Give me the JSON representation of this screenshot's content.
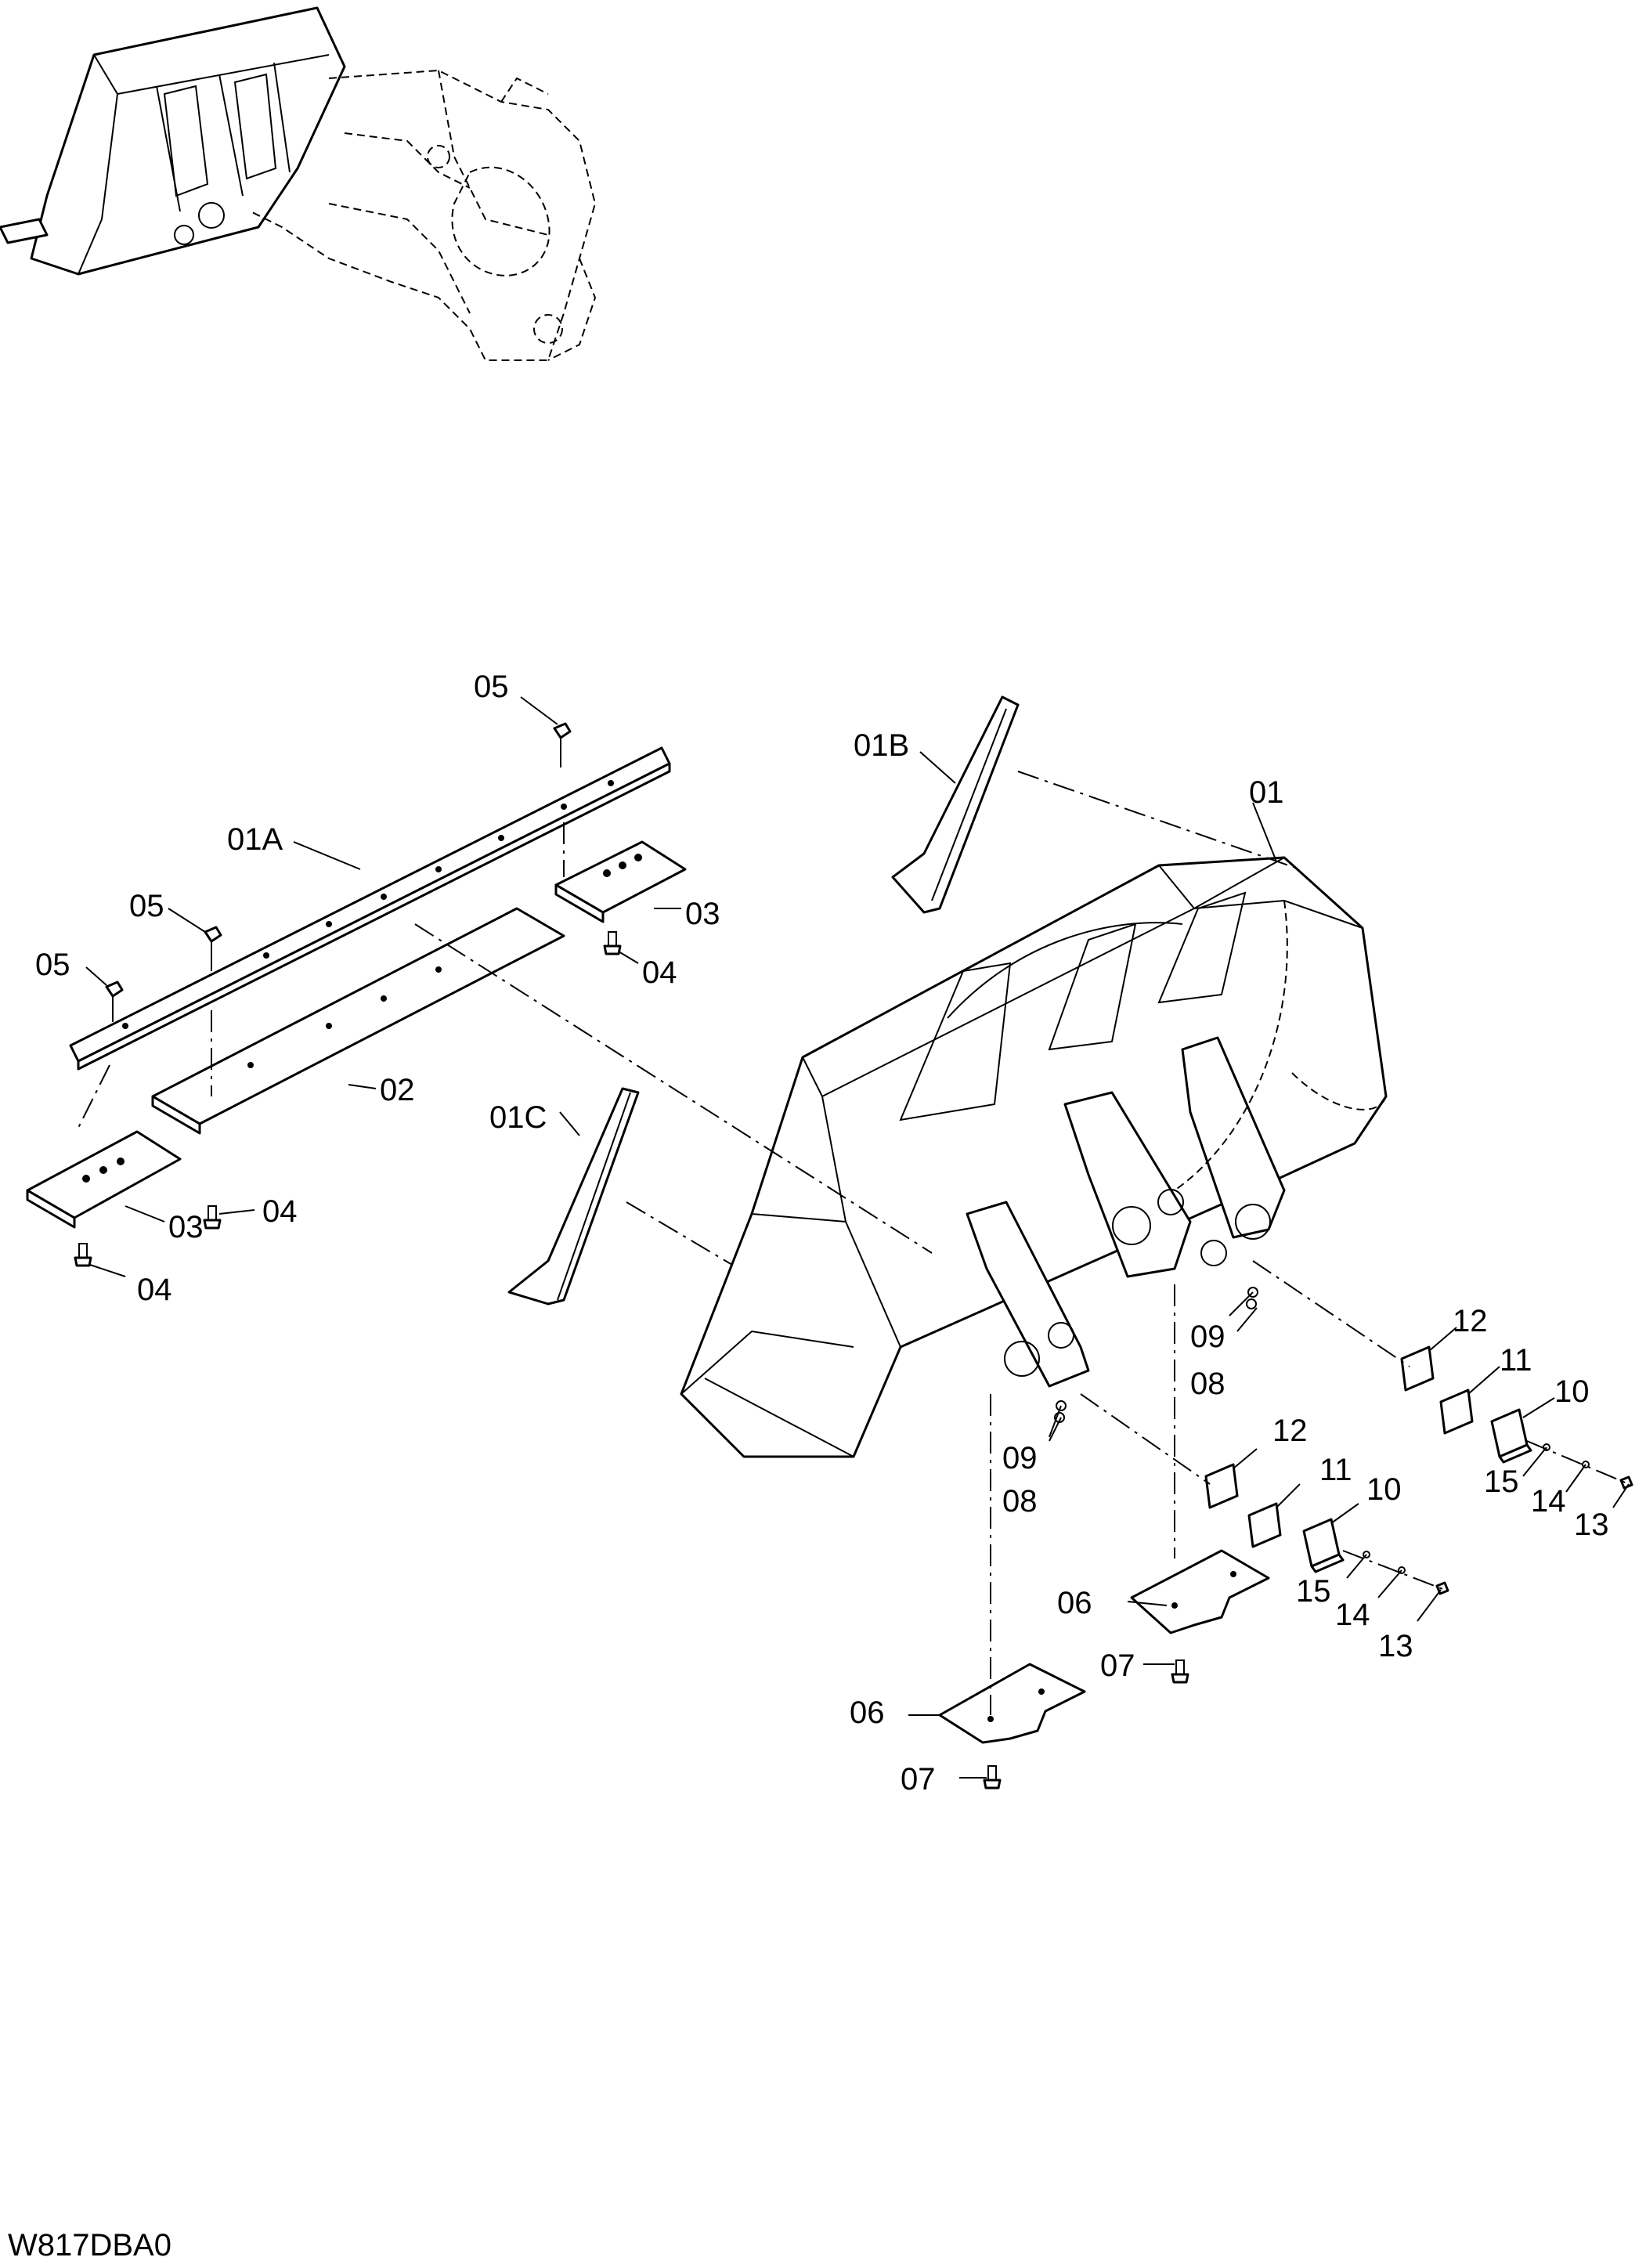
{
  "drawing_id": "W817DBA0",
  "callouts": {
    "c01": "01",
    "c01A": "01A",
    "c01B": "01B",
    "c01C": "01C",
    "c02": "02",
    "c03": "03",
    "c04": "04",
    "c05": "05",
    "c06": "06",
    "c07": "07",
    "c08": "08",
    "c09": "09",
    "c10": "10",
    "c11": "11",
    "c12": "12",
    "c13": "13",
    "c14": "14",
    "c15": "15"
  }
}
